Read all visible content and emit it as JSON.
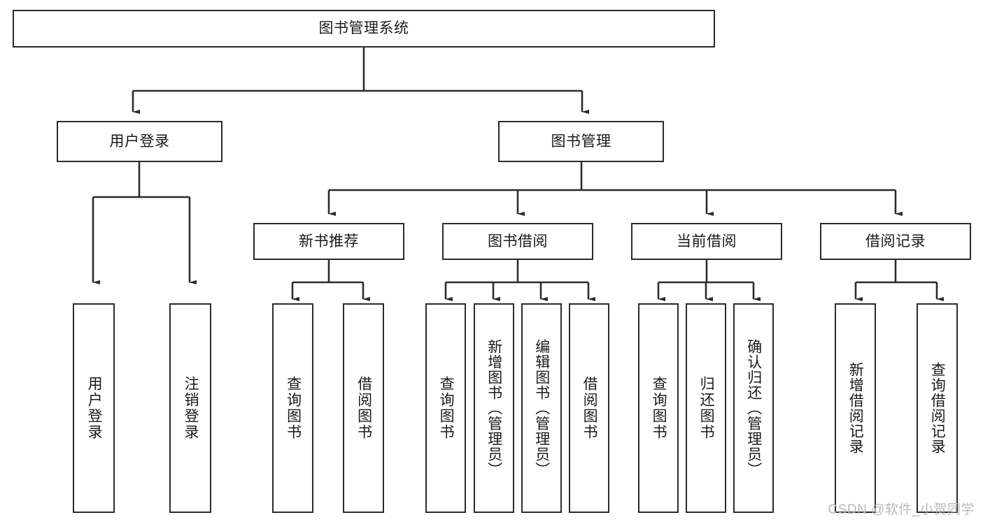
{
  "diagram": {
    "title": "图书管理系统",
    "type": "hierarchy-tree",
    "watermark": "CSDN @软件_小贺同学",
    "colors": {
      "stroke": "#2b2b2b",
      "fill": "#ffffff",
      "text": "#1a1a1a",
      "watermark": "#b9b9b9"
    },
    "nodes": {
      "root": {
        "label": "图书管理系统"
      },
      "level2": [
        {
          "id": "user-login",
          "label": "用户登录"
        },
        {
          "id": "book-manage",
          "label": "图书管理"
        }
      ],
      "level3": [
        {
          "id": "new-book-recommend",
          "label": "新书推荐"
        },
        {
          "id": "book-borrow",
          "label": "图书借阅"
        },
        {
          "id": "current-borrow",
          "label": "当前借阅"
        },
        {
          "id": "borrow-record",
          "label": "借阅记录"
        }
      ],
      "leaves": {
        "user_login": [
          {
            "id": "leaf-user-login",
            "label": "用户登录"
          },
          {
            "id": "leaf-user-logout",
            "label": "注销登录"
          }
        ],
        "new_book_recommend": [
          {
            "id": "leaf-query-book-1",
            "label": "查询图书"
          },
          {
            "id": "leaf-borrow-book-1",
            "label": "借阅图书"
          }
        ],
        "book_borrow": [
          {
            "id": "leaf-query-book-2",
            "label": "查询图书"
          },
          {
            "id": "leaf-add-book",
            "label": "新增图书（管理员）"
          },
          {
            "id": "leaf-edit-book",
            "label": "编辑图书（管理员）"
          },
          {
            "id": "leaf-borrow-book-2",
            "label": "借阅图书"
          }
        ],
        "current_borrow": [
          {
            "id": "leaf-query-book-3",
            "label": "查询图书"
          },
          {
            "id": "leaf-return-book",
            "label": "归还图书"
          },
          {
            "id": "leaf-confirm-return",
            "label": "确认归还（管理员）"
          }
        ],
        "borrow_record": [
          {
            "id": "leaf-add-record",
            "label": "新增借阅记录"
          },
          {
            "id": "leaf-query-record",
            "label": "查询借阅记录"
          }
        ]
      }
    }
  }
}
